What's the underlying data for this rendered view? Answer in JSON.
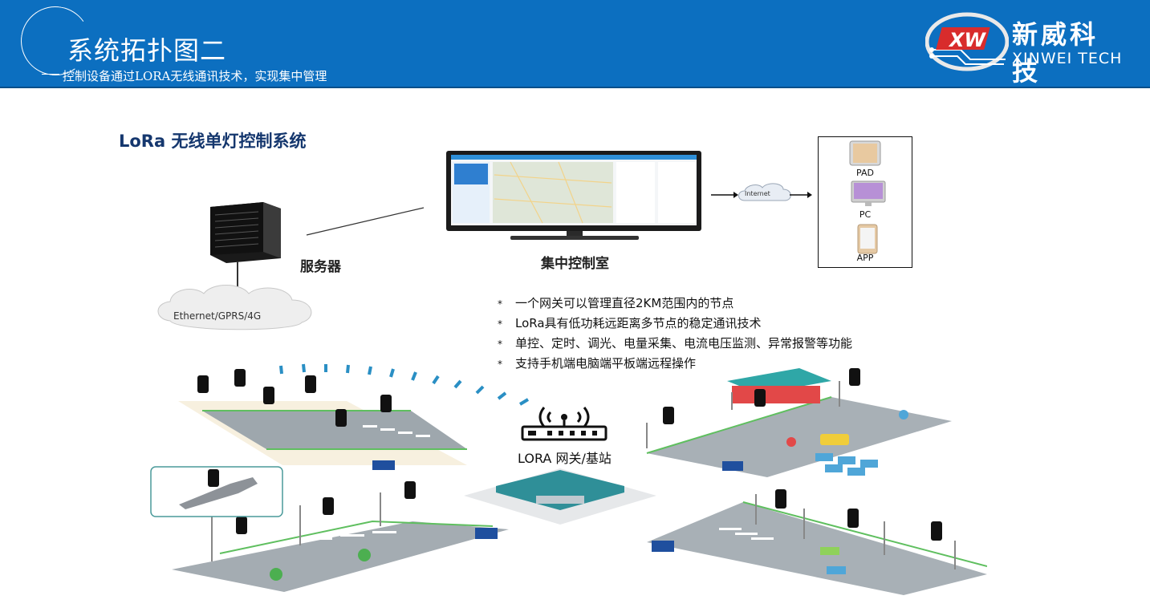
{
  "header": {
    "title": "系统拓扑图二",
    "subtitle": "控制设备通过LORA无线通讯技术，实现集中管理",
    "logo_cn": "新威科技",
    "logo_en": "XINWEI TECH",
    "logo_mark": "XW",
    "bg_color": "#0c6fc0"
  },
  "diagram": {
    "system_title": "LoRa 无线单灯控制系统",
    "server_label": "服务器",
    "control_room_label": "集中控制室",
    "cloud_label": "Ethernet/GPRS/4G",
    "internet_label": "Internet",
    "devices": [
      "PAD",
      "PC",
      "APP"
    ],
    "gateway_label": "LORA 网关/基站",
    "features": [
      "一个网关可以管理直径2KM范围内的节点",
      "LoRa具有低功耗远距离多节点的稳定通讯技术",
      "单控、定时、调光、电量采集、电流电压监测、异常报警等功能",
      "支持手机端电脑端平板端远程操作"
    ],
    "bullet_symbol": "*"
  }
}
